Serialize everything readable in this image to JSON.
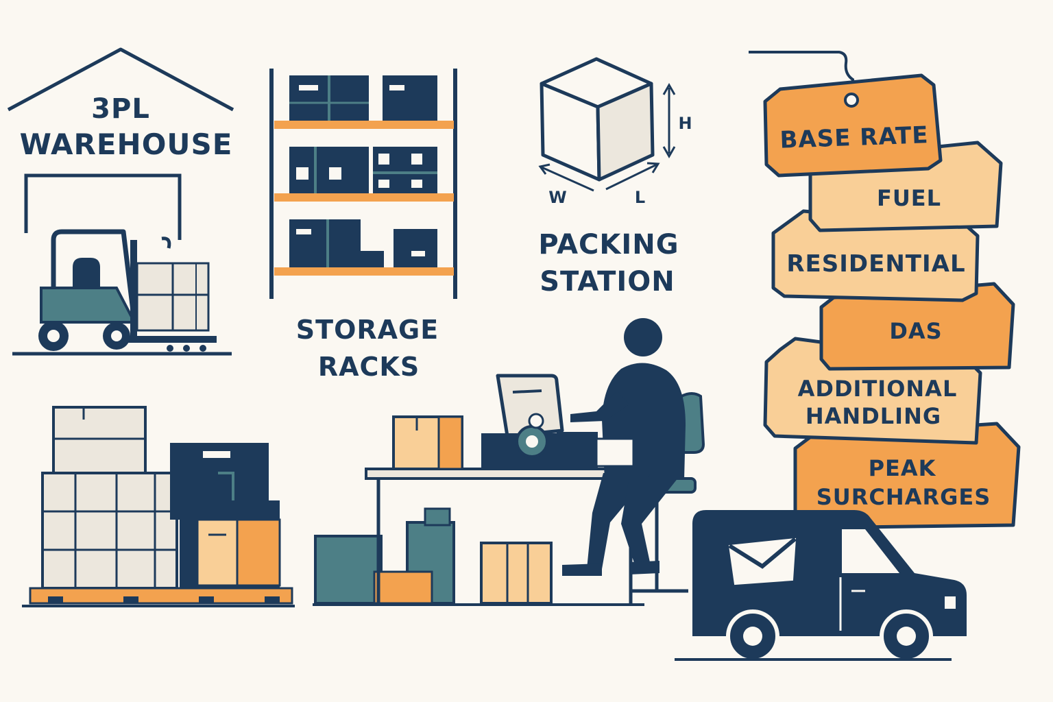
{
  "colors": {
    "navy": "#1d3a5a",
    "teal": "#4d7f86",
    "orange": "#f3a24f",
    "peach": "#f9cf97",
    "cream": "#ece7dd",
    "background": "#fbf8f2"
  },
  "warehouse": {
    "title_line1": "3PL",
    "title_line2": "WAREHOUSE",
    "icons": [
      "warehouse-roof-icon",
      "forklift-icon",
      "pallet-icon"
    ]
  },
  "storage": {
    "label_line1": "STORAGE",
    "label_line2": "RACKS",
    "icons": [
      "storage-rack-icon"
    ]
  },
  "packing": {
    "label_line1": "PACKING",
    "label_line2": "STATION",
    "dim_height": "H",
    "dim_width": "W",
    "dim_length": "L",
    "icons": [
      "dimension-box-icon",
      "packing-worker-icon",
      "computer-monitor-icon",
      "tape-dispenser-icon"
    ]
  },
  "fee_tags": [
    {
      "label": "BASE RATE",
      "tone": "orange"
    },
    {
      "label": "FUEL",
      "tone": "peach"
    },
    {
      "label": "RESIDENTIAL",
      "tone": "peach"
    },
    {
      "label": "DAS",
      "tone": "orange"
    },
    {
      "label_line1": "ADDITIONAL",
      "label_line2": "HANDLING",
      "tone": "peach"
    },
    {
      "label_line1": "PEAK",
      "label_line2": "SURCHARGES",
      "tone": "orange"
    }
  ],
  "delivery": {
    "icons": [
      "delivery-van-icon",
      "envelope-icon"
    ]
  }
}
